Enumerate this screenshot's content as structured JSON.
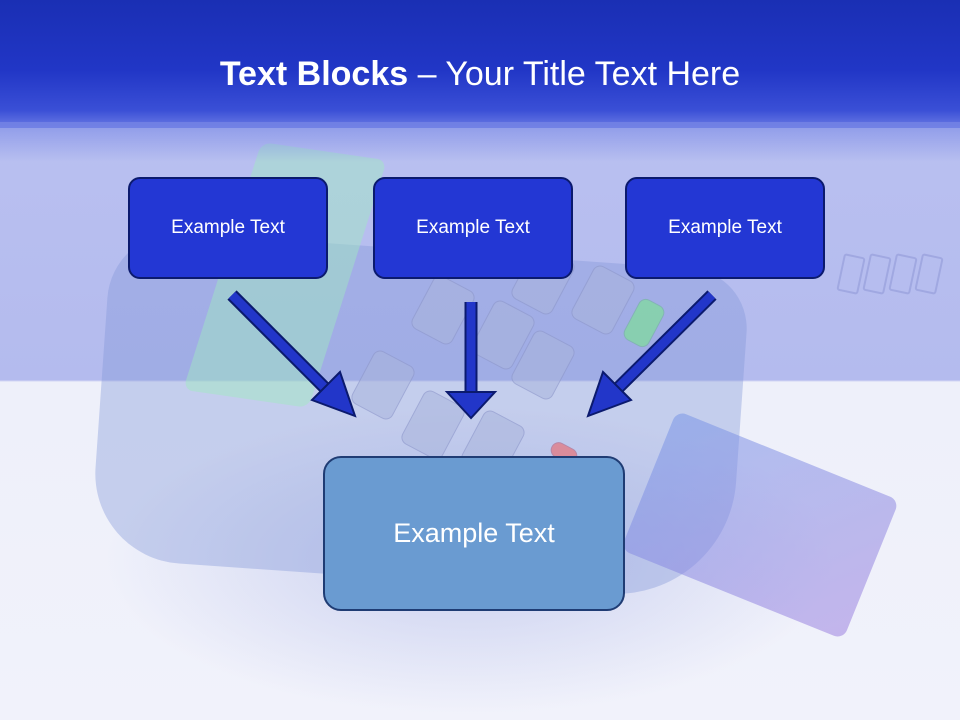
{
  "slide": {
    "title_bold": "Text Blocks",
    "title_rest": "– Your Title Text Here",
    "top_boxes": [
      {
        "text": "Example Text"
      },
      {
        "text": "Example Text"
      },
      {
        "text": "Example Text"
      }
    ],
    "bottom_box": {
      "text": "Example Text"
    }
  },
  "colors": {
    "title_band": "#2136c6",
    "top_box_fill": "#2337d4",
    "top_box_border": "#0b1a6e",
    "bottom_box_fill": "#6a9bd1",
    "bottom_box_border": "#1f3c74",
    "arrow": "#2236c9"
  }
}
